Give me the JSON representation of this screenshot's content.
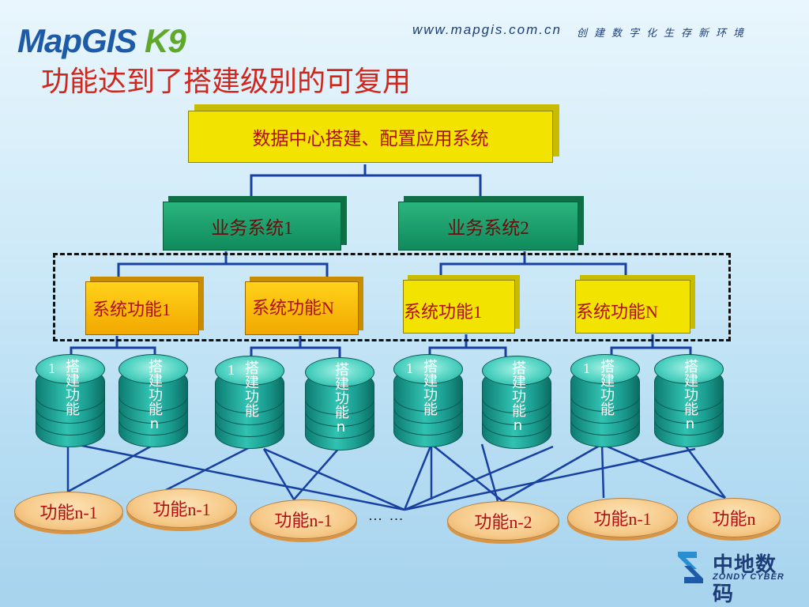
{
  "header": {
    "logo_main": "MapGIS",
    "logo_version": "K9",
    "url": "www.mapgis.com.cn",
    "slogan": "创建数字化生存新环境"
  },
  "slide": {
    "title": "功能达到了搭建级别的可复用"
  },
  "diagram": {
    "root": "数据中心搭建、配置应用系统",
    "business_systems": [
      "业务系统1",
      "业务系统2"
    ],
    "system_functions": [
      "系统功能1",
      "系统功能N",
      "系统功能1",
      "系统功能N"
    ],
    "build_functions": [
      {
        "num": "1",
        "text": "搭建功能"
      },
      {
        "num": "",
        "text": "搭建功能n"
      },
      {
        "num": "1",
        "text": "搭建功能"
      },
      {
        "num": "",
        "text": "搭建功能n"
      },
      {
        "num": "1",
        "text": "搭建功能"
      },
      {
        "num": "",
        "text": "搭建功能n"
      },
      {
        "num": "1",
        "text": "搭建功能"
      },
      {
        "num": "",
        "text": "搭建功能n"
      }
    ],
    "functions": [
      "功能n-1",
      "功能n-1",
      "功能n-1",
      "功能n-2",
      "功能n-1",
      "功能n"
    ],
    "ellipsis": "… …"
  },
  "footer": {
    "company_cn": "中地数码",
    "company_en": "ZONDY CYBER"
  },
  "colors": {
    "title_red": "#d0261c",
    "root_yellow": "#f2e400",
    "business_green": "#1aa06b",
    "function_orange": "#ffc000",
    "cylinder_teal": "#20a898",
    "line_blue": "#1840a0"
  }
}
